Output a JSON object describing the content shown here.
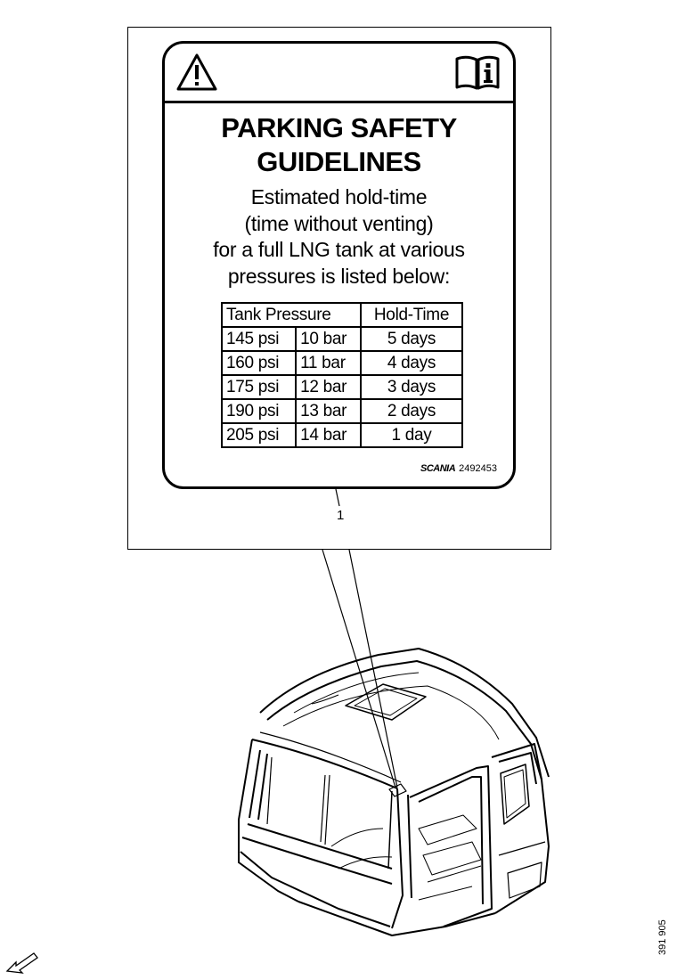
{
  "label": {
    "title_lines": [
      "PARKING SAFETY",
      "GUIDELINES"
    ],
    "description_lines": [
      "Estimated hold-time",
      "(time without venting)",
      "for a full LNG tank at various",
      "pressures is listed below:"
    ],
    "table": {
      "headers": [
        "Tank Pressure",
        "Hold-Time"
      ],
      "rows": [
        [
          "145 psi",
          "10 bar",
          "5 days"
        ],
        [
          "160 psi",
          "11 bar",
          "4 days"
        ],
        [
          "175 psi",
          "12 bar",
          "3 days"
        ],
        [
          "190 psi",
          "13 bar",
          "2 days"
        ],
        [
          "205 psi",
          "14 bar",
          "1 day"
        ]
      ]
    },
    "brand": "SCANIA",
    "part_number": "2492453",
    "icons": [
      "warning-triangle-icon",
      "manual-info-icon"
    ]
  },
  "callout_number": "1",
  "figure_number": "391 905"
}
